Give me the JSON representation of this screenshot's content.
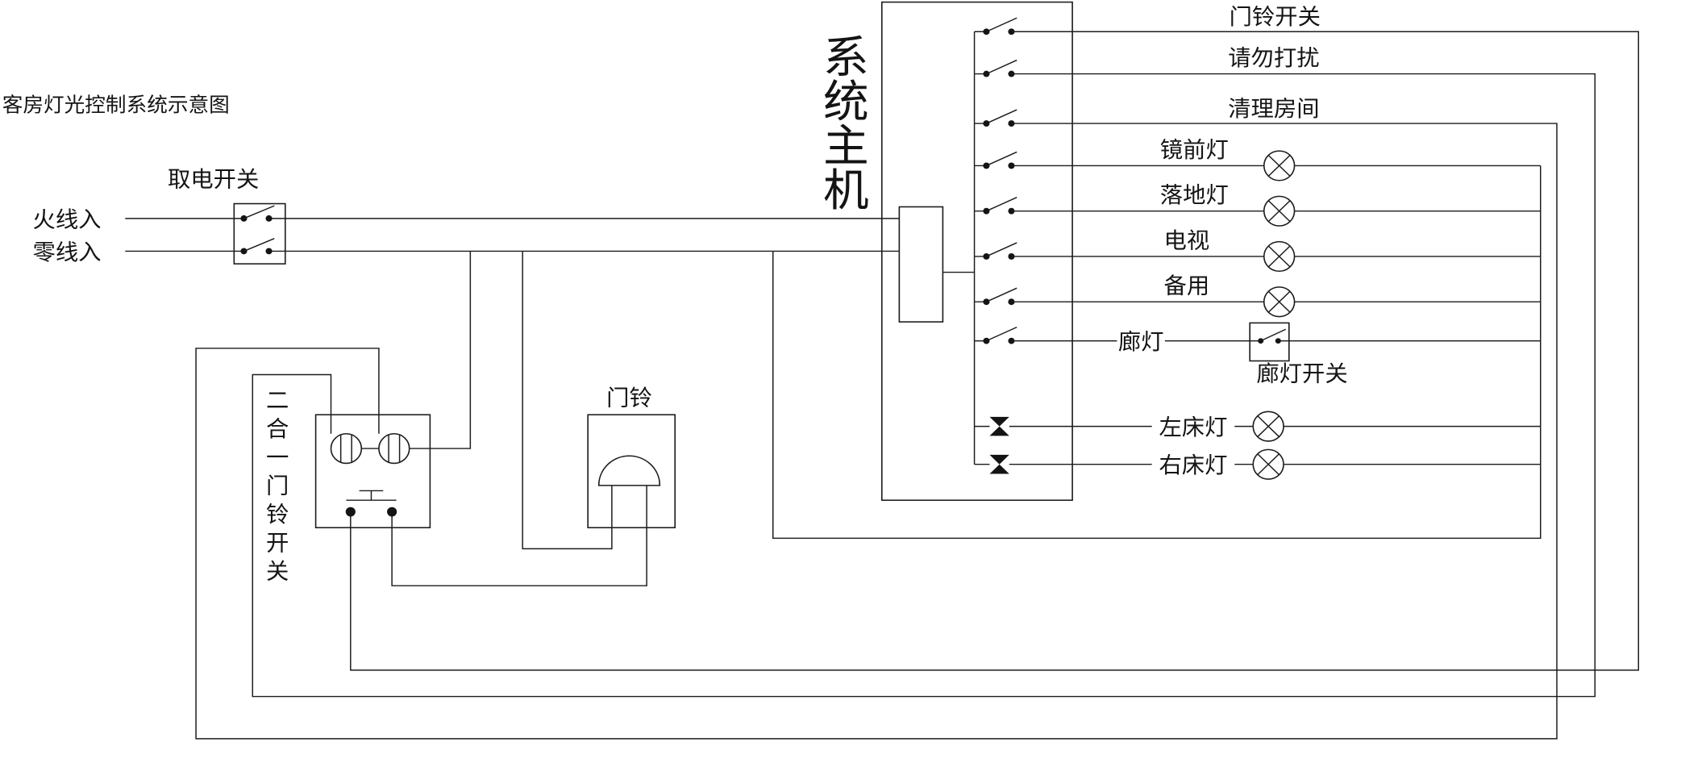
{
  "diagram": {
    "title": "客房灯光控制系统示意图",
    "colors": {
      "line": "#1c1c1c",
      "background": "#ffffff"
    },
    "inputs": {
      "live": "火线入",
      "neutral": "零线入"
    },
    "power_switch": {
      "label": "取电开关"
    },
    "host": {
      "label": "系统主机"
    },
    "doorbell": {
      "label": "门铃"
    },
    "combo_switch": {
      "label": "二合一门铃开关"
    },
    "corridor_switch": {
      "label": "廊灯开关"
    },
    "channels": [
      {
        "label": "门铃开关"
      },
      {
        "label": "请勿打扰"
      },
      {
        "label": "清理房间"
      },
      {
        "label": "镜前灯"
      },
      {
        "label": "落地灯"
      },
      {
        "label": "电视"
      },
      {
        "label": "备用"
      },
      {
        "label": "廊灯"
      },
      {
        "label": "左床灯"
      },
      {
        "label": "右床灯"
      }
    ]
  }
}
